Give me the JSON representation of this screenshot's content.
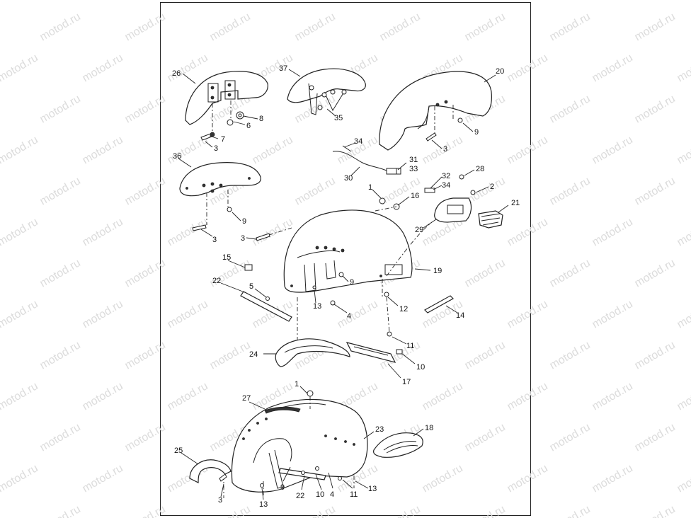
{
  "watermark": "motod.ru",
  "callouts": [
    {
      "id": "c26",
      "text": "26"
    },
    {
      "id": "c37",
      "text": "37"
    },
    {
      "id": "c20",
      "text": "20"
    },
    {
      "id": "c8",
      "text": "8"
    },
    {
      "id": "c6",
      "text": "6"
    },
    {
      "id": "c7",
      "text": "7"
    },
    {
      "id": "c3a",
      "text": "3"
    },
    {
      "id": "c35",
      "text": "35"
    },
    {
      "id": "c9a",
      "text": "9"
    },
    {
      "id": "c3b",
      "text": "3"
    },
    {
      "id": "c34a",
      "text": "34"
    },
    {
      "id": "c31",
      "text": "31"
    },
    {
      "id": "c33",
      "text": "33"
    },
    {
      "id": "c30",
      "text": "30"
    },
    {
      "id": "c36",
      "text": "36"
    },
    {
      "id": "c32",
      "text": "32"
    },
    {
      "id": "c34b",
      "text": "34"
    },
    {
      "id": "c28",
      "text": "28"
    },
    {
      "id": "c1a",
      "text": "1"
    },
    {
      "id": "c16",
      "text": "16"
    },
    {
      "id": "c2",
      "text": "2"
    },
    {
      "id": "c21",
      "text": "21"
    },
    {
      "id": "c9b",
      "text": "9"
    },
    {
      "id": "c3c",
      "text": "3"
    },
    {
      "id": "c3d",
      "text": "3"
    },
    {
      "id": "c29",
      "text": "29"
    },
    {
      "id": "c15",
      "text": "15"
    },
    {
      "id": "c19",
      "text": "19"
    },
    {
      "id": "c22a",
      "text": "22"
    },
    {
      "id": "c9c",
      "text": "9"
    },
    {
      "id": "c5",
      "text": "5"
    },
    {
      "id": "c13a",
      "text": "13"
    },
    {
      "id": "c12",
      "text": "12"
    },
    {
      "id": "c4a",
      "text": "4"
    },
    {
      "id": "c14",
      "text": "14"
    },
    {
      "id": "c11a",
      "text": "11"
    },
    {
      "id": "c24",
      "text": "24"
    },
    {
      "id": "c10a",
      "text": "10"
    },
    {
      "id": "c17",
      "text": "17"
    },
    {
      "id": "c1b",
      "text": "1"
    },
    {
      "id": "c27",
      "text": "27"
    },
    {
      "id": "c18",
      "text": "18"
    },
    {
      "id": "c23",
      "text": "23"
    },
    {
      "id": "c25",
      "text": "25"
    },
    {
      "id": "c9d",
      "text": "9"
    },
    {
      "id": "c22b",
      "text": "22"
    },
    {
      "id": "c10b",
      "text": "10"
    },
    {
      "id": "c4b",
      "text": "4"
    },
    {
      "id": "c11b",
      "text": "11"
    },
    {
      "id": "c13b",
      "text": "13"
    },
    {
      "id": "c3e",
      "text": "3"
    },
    {
      "id": "c13c",
      "text": "13"
    }
  ]
}
